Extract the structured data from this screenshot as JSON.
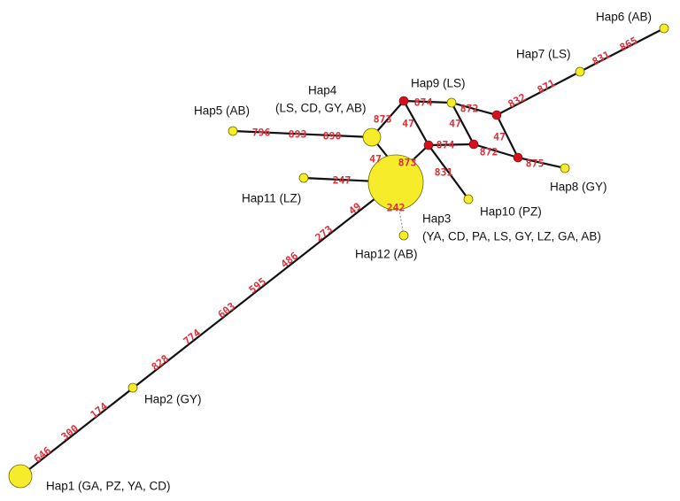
{
  "colors": {
    "haplotype_fill": "#f7ec2a",
    "median_vector_fill": "#d2101e",
    "mutation_label": "#e0303a",
    "edge": "#111111"
  },
  "haplotypes": [
    {
      "id": "hap1",
      "lines": [
        "Hap1 (GA, PZ, YA, CD)"
      ]
    },
    {
      "id": "hap2",
      "lines": [
        "Hap2 (GY)"
      ]
    },
    {
      "id": "hap3",
      "lines": [
        "Hap3",
        "(YA, CD, PA, LS, GY, LZ, GA, AB)"
      ]
    },
    {
      "id": "hap4",
      "lines": [
        "Hap4",
        "(LS, CD, GY, AB)"
      ]
    },
    {
      "id": "hap5",
      "lines": [
        "Hap5 (AB)"
      ]
    },
    {
      "id": "hap6",
      "lines": [
        "Hap6 (AB)"
      ]
    },
    {
      "id": "hap7",
      "lines": [
        "Hap7 (LS)"
      ]
    },
    {
      "id": "hap8",
      "lines": [
        "Hap8 (GY)"
      ]
    },
    {
      "id": "hap9",
      "lines": [
        "Hap9 (LS)"
      ]
    },
    {
      "id": "hap10",
      "lines": [
        "Hap10 (PZ)"
      ]
    },
    {
      "id": "hap11",
      "lines": [
        "Hap11 (LZ)"
      ]
    },
    {
      "id": "hap12",
      "lines": [
        "Hap12 (AB)"
      ]
    }
  ],
  "mutations": [
    "646",
    "300",
    "174",
    "828",
    "774",
    "603",
    "595",
    "486",
    "273",
    "49",
    "242",
    "247",
    "796",
    "893",
    "890",
    "873",
    "47",
    "874",
    "47",
    "872",
    "47",
    "874",
    "873",
    "831",
    "872",
    "47",
    "875",
    "832",
    "871",
    "831",
    "865"
  ]
}
